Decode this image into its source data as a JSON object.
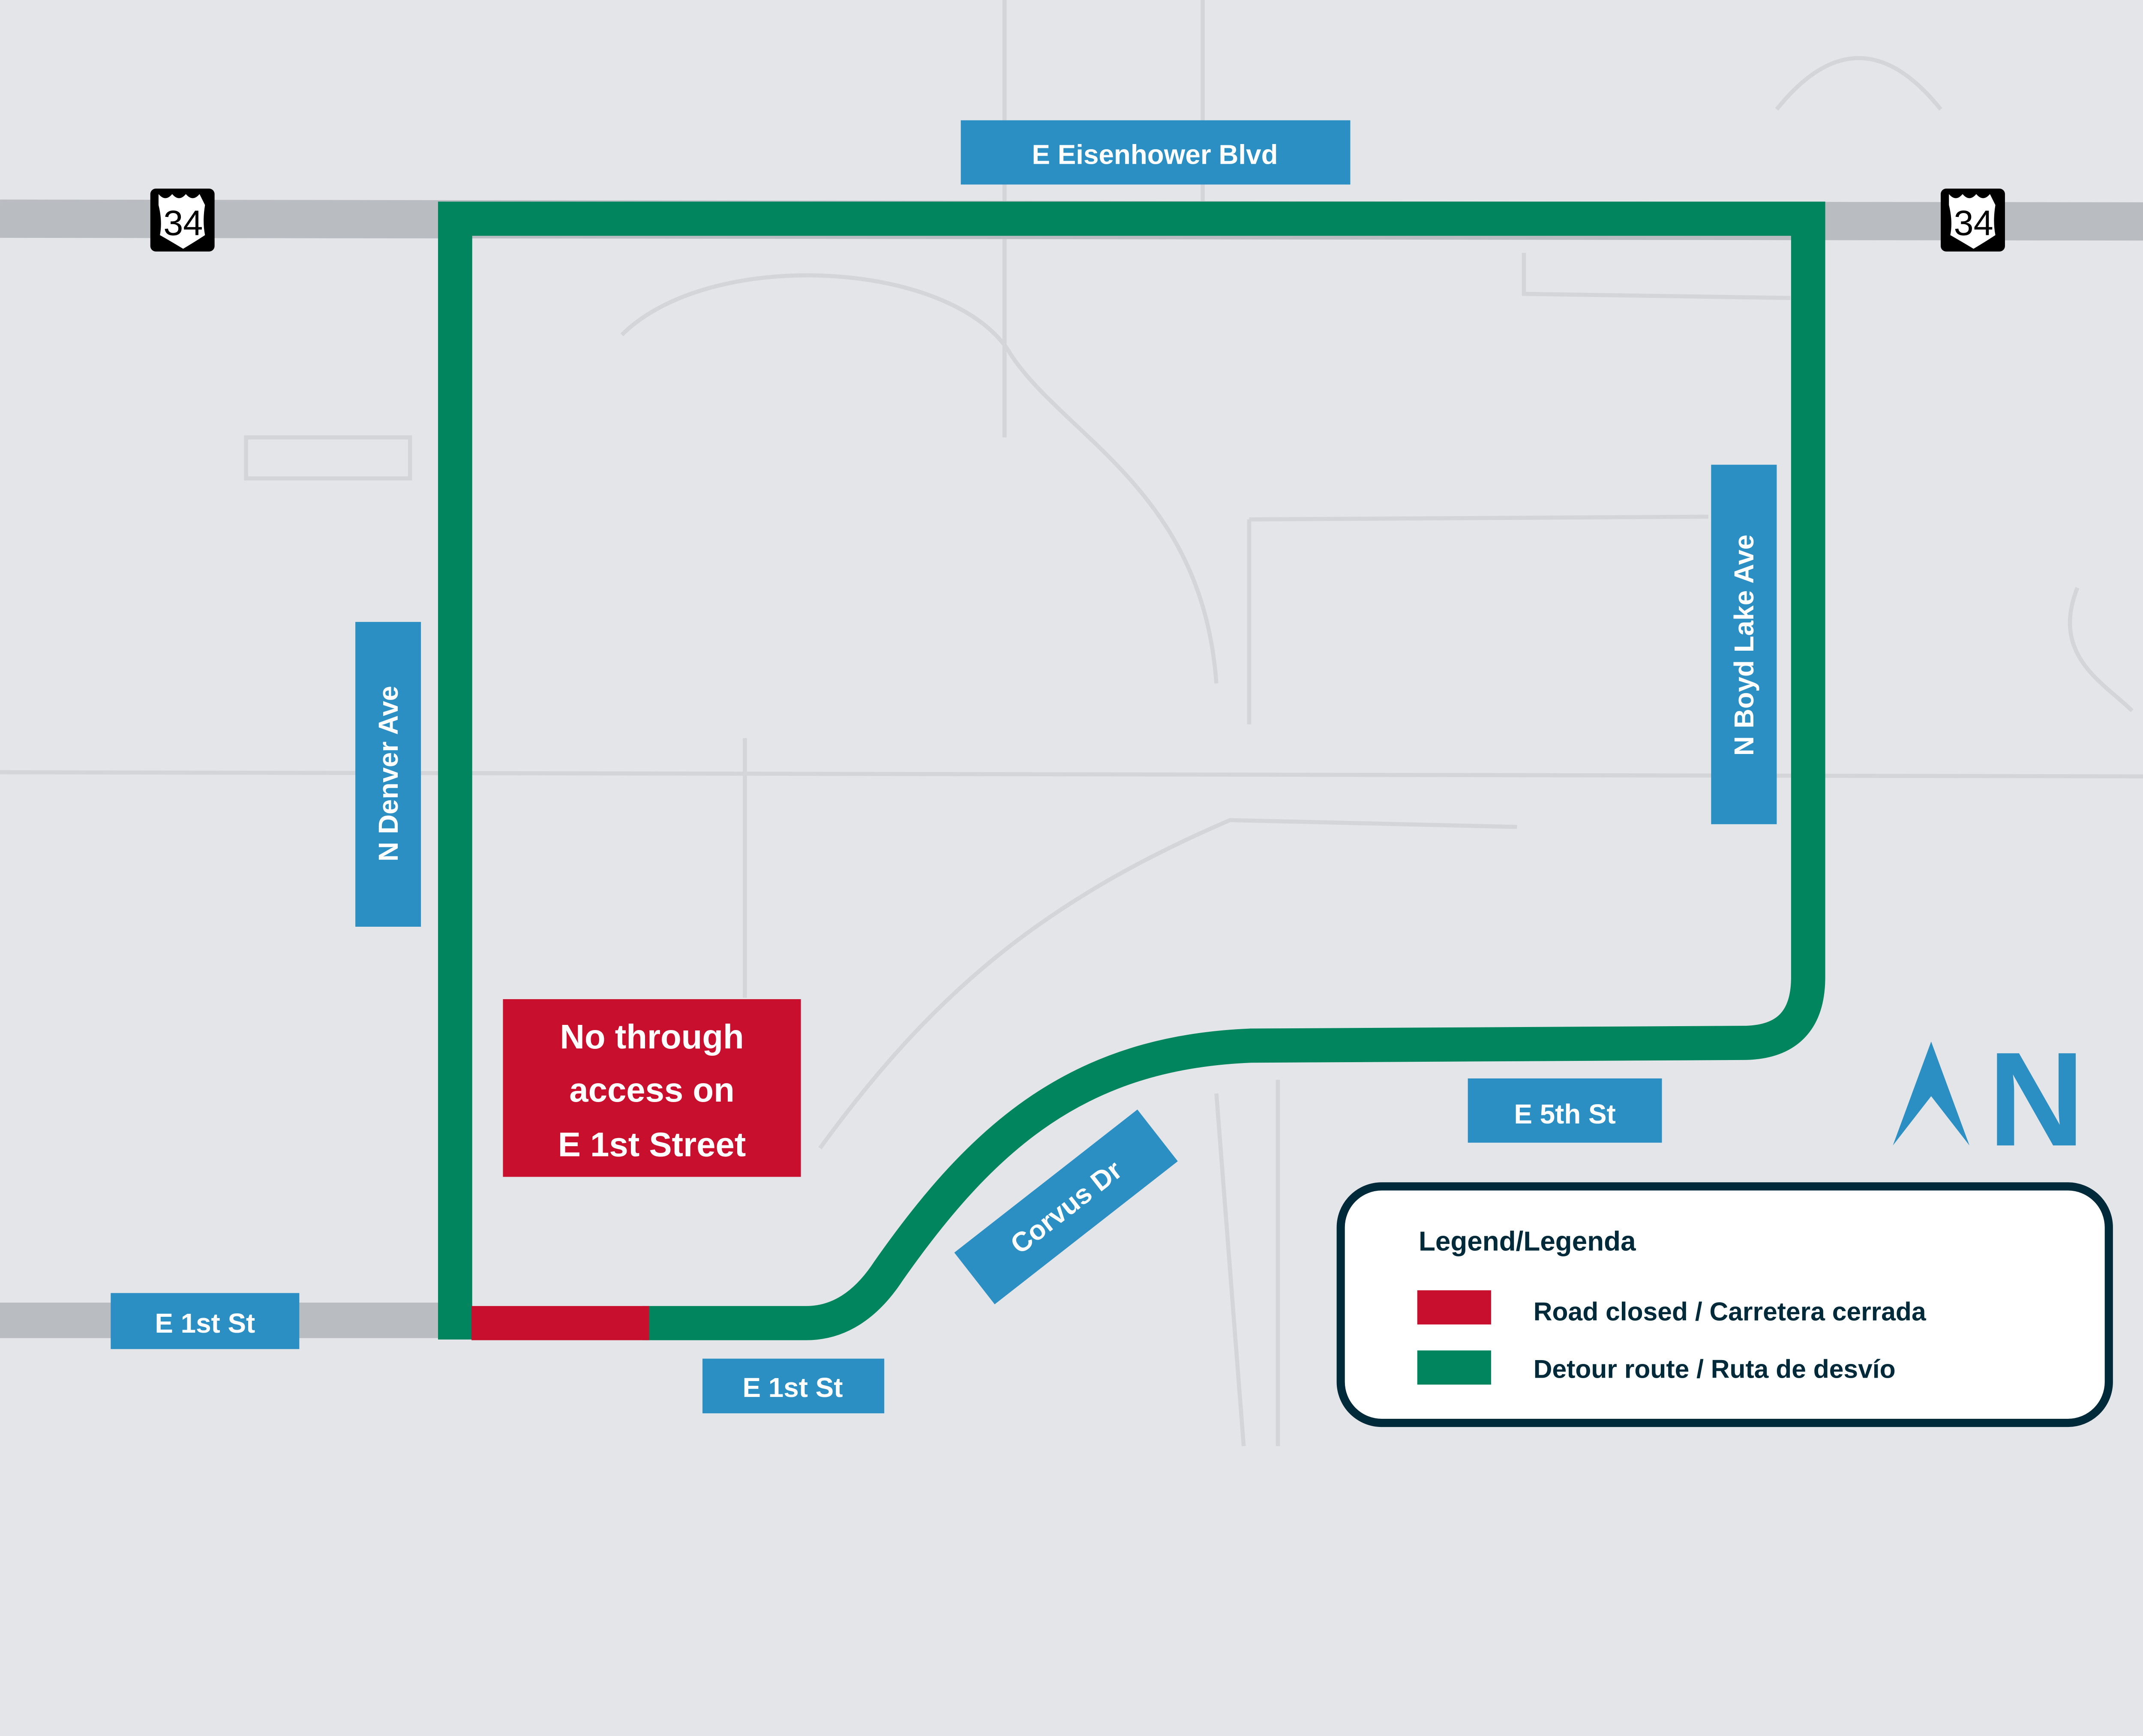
{
  "colors": {
    "detour": "#00855f",
    "closed": "#c8102e",
    "label_bg": "#2b8fc4",
    "legend_border": "#002a3a",
    "background": "#e4e5e8",
    "highway": "#b9bcc1"
  },
  "highway_shields": [
    {
      "number": "34"
    },
    {
      "number": "34"
    }
  ],
  "streets": {
    "eisenhower": "E Eisenhower Blvd",
    "denver": "N Denver Ave",
    "boyd_lake": "N Boyd Lake Ave",
    "fifth": "E 5th St",
    "first_west": "E 1st St",
    "first_south": "E 1st St",
    "corvus": "Corvus Dr"
  },
  "notice": {
    "line1": "No through",
    "line2": "access on",
    "line3": "E 1st Street"
  },
  "legend": {
    "title": "Legend/Legenda",
    "items": [
      {
        "label": "Road closed / Carretera cerrada",
        "color": "#c8102e"
      },
      {
        "label": "Detour route / Ruta de desvío",
        "color": "#00855f"
      }
    ]
  },
  "north_arrow": {
    "letter": "N"
  }
}
